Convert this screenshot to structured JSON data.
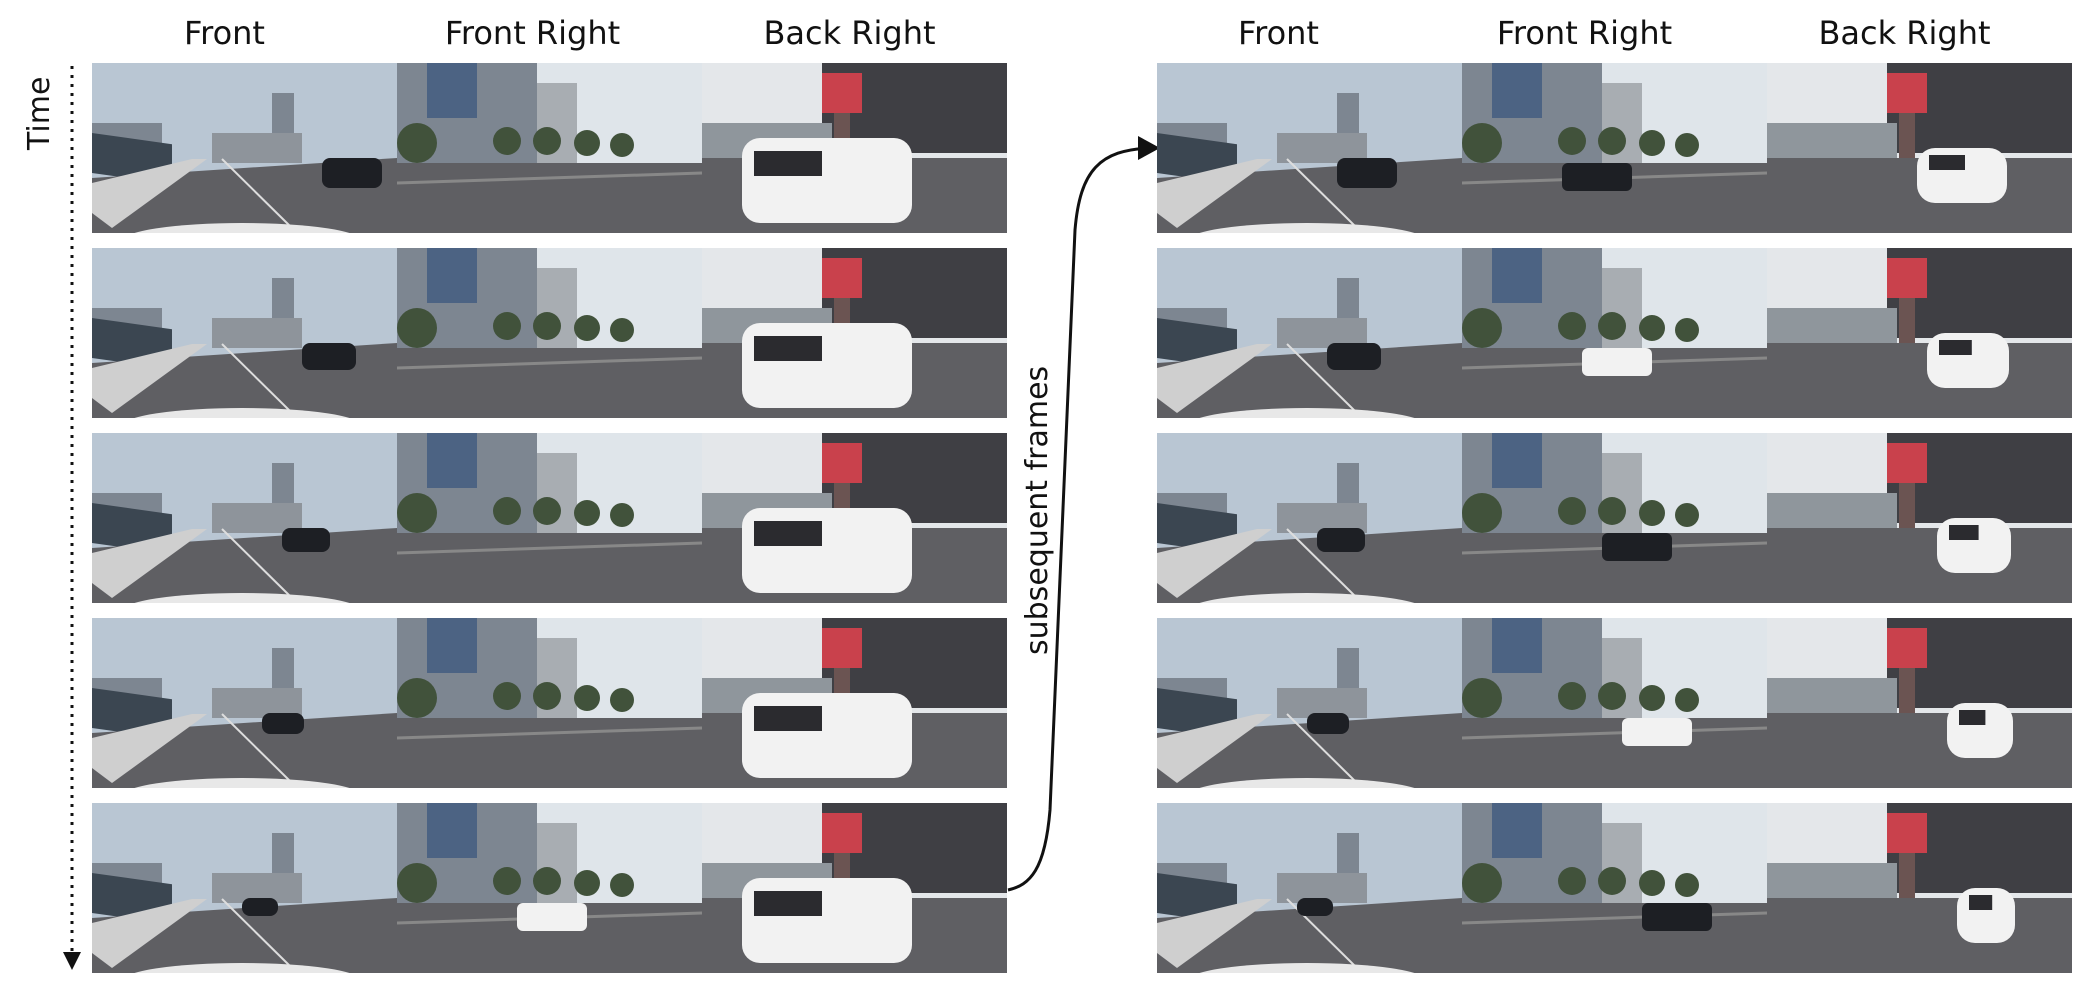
{
  "left_group": {
    "headers": [
      "Front",
      "Front Right",
      "Back Right"
    ]
  },
  "right_group": {
    "headers": [
      "Front",
      "Front Right",
      "Back Right"
    ]
  },
  "time_label": "Time",
  "transition_label": "subsequent frames",
  "colors": {
    "sky": "#b9c6d3",
    "building": "#7d8691",
    "glass": "#4c6383",
    "road": "#5f5f63",
    "tree": "#41523b",
    "white_car": "#f2f2f2",
    "dark_car": "#1d1f24",
    "cone": "#d86a2c",
    "billboard": "#c9414c"
  }
}
